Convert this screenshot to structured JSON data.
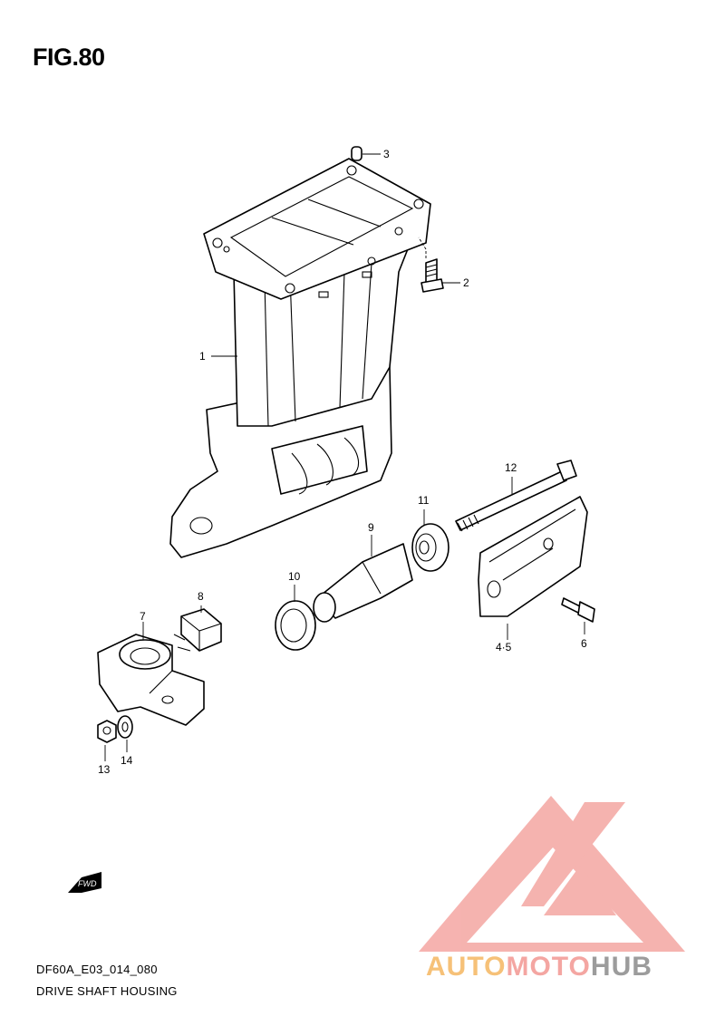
{
  "figure": {
    "title": "FIG.80",
    "code": "DF60A_E03_014_080",
    "name": "DRIVE SHAFT HOUSING"
  },
  "callouts": [
    "1",
    "2",
    "3",
    "4·5",
    "6",
    "7",
    "8",
    "9",
    "10",
    "11",
    "12",
    "13",
    "14"
  ],
  "direction_badge": "FWD",
  "watermark": {
    "part1": "AUTO",
    "part2": "MOTO",
    "part3": "HUB",
    "colors": {
      "auto": "#f6c178",
      "moto": "#f4a6a2",
      "hub": "#9c9c9c",
      "logo": "#f4a6a2"
    }
  }
}
